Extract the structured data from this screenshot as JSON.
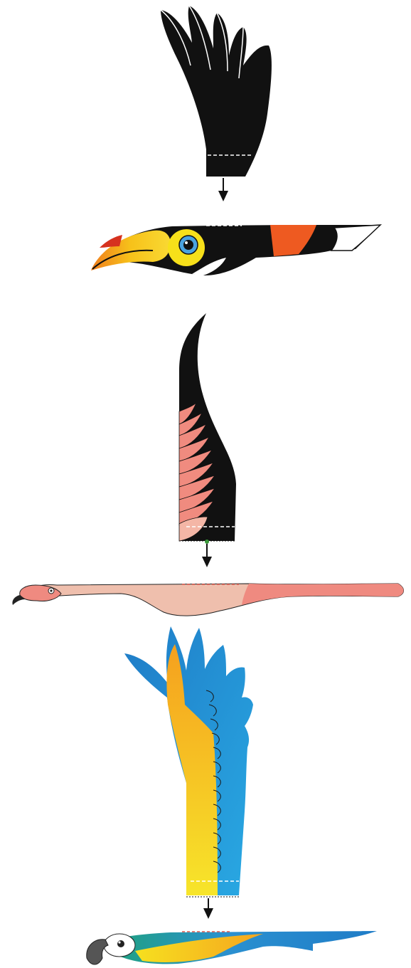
{
  "illustration": {
    "panels": [
      {
        "bird": "toucan",
        "colors": {
          "black": "#111111",
          "beak_yellow": "#f7c21a",
          "beak_orange": "#f07e1c",
          "beak_red": "#d6321f",
          "eye_blue": "#4aa3df",
          "throat_white": "#ffffff",
          "rump_orange": "#ee5a21"
        }
      },
      {
        "bird": "flamingo",
        "colors": {
          "black": "#111111",
          "feather_pink": "#f0837a",
          "feather_light": "#f4b6a6",
          "body_pink": "#efbfad",
          "tail_pink": "#ef8a80",
          "marker_green": "#3a9a3a"
        }
      },
      {
        "bird": "macaw",
        "colors": {
          "blue": "#1f7cc7",
          "yellow": "#f7d81f",
          "orange": "#f5a51f",
          "light_blue": "#27a6e0",
          "green": "#1fa27c",
          "beak_gray": "#555555"
        }
      }
    ]
  }
}
